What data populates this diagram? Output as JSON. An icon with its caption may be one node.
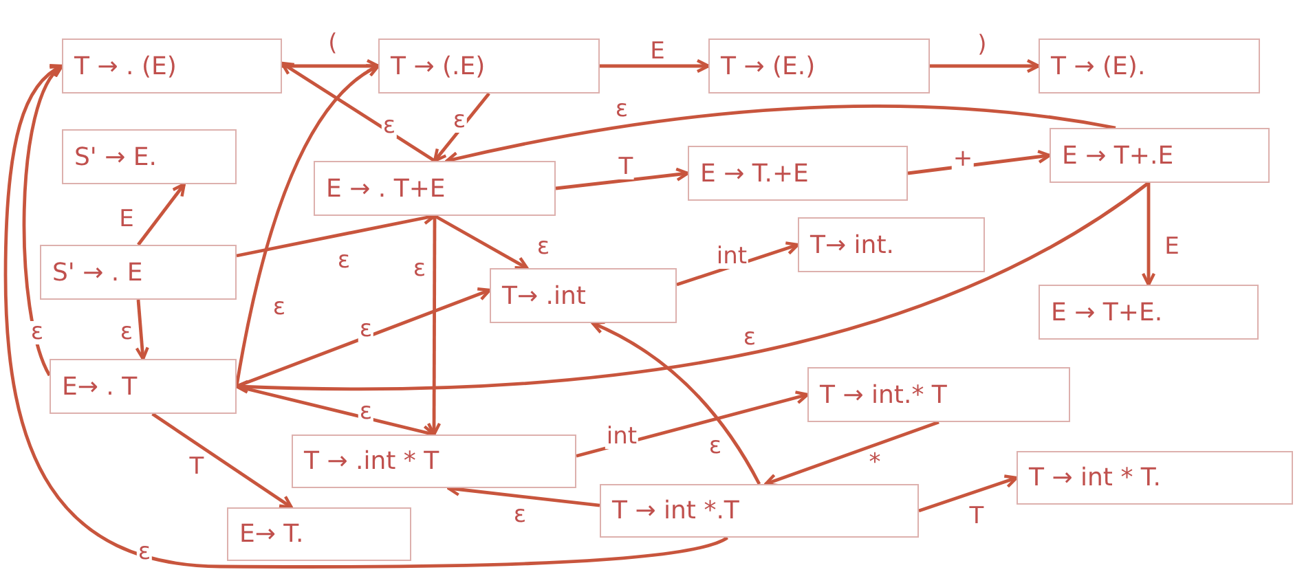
{
  "diagram": {
    "nodes": [
      {
        "text": [
          "T → . (E)"
        ]
      },
      {
        "text": [
          "T → (.E)"
        ]
      },
      {
        "text": [
          "T → (E.)"
        ]
      },
      {
        "text": [
          "T → (E)."
        ]
      },
      {
        "text": [
          "S' → E."
        ]
      },
      {
        "text": [
          "E → . T+E"
        ]
      },
      {
        "text": [
          "E → T.+E"
        ]
      },
      {
        "text": [
          "E → T+.E"
        ]
      },
      {
        "text": [
          "S' → . E"
        ]
      },
      {
        "text": [
          "T→ .int"
        ]
      },
      {
        "text": [
          "T→ int."
        ]
      },
      {
        "text": [
          "E → T+E."
        ]
      },
      {
        "text": [
          "E→ . T"
        ]
      },
      {
        "text": [
          "T → .int * T"
        ]
      },
      {
        "text": [
          "T → int.* T"
        ]
      },
      {
        "text": [
          "E→ T."
        ]
      },
      {
        "text": [
          "T → int *.T"
        ]
      },
      {
        "text": [
          "T → int * T."
        ]
      }
    ],
    "edges": [
      {
        "from": 0,
        "to": 1,
        "arrow": "to",
        "label": "("
      },
      {
        "from": 1,
        "to": 2,
        "arrow": "to",
        "label": "E"
      },
      {
        "from": 2,
        "to": 3,
        "arrow": "to",
        "label": ")"
      },
      {
        "from": 1,
        "to": 5,
        "arrow": "to",
        "label": "ε"
      },
      {
        "from": 5,
        "to": 0,
        "arrow": "to",
        "label": "ε"
      },
      {
        "from": 7,
        "to": 5,
        "arrow": "to",
        "label": "ε"
      },
      {
        "from": 5,
        "to": 6,
        "arrow": "to",
        "label": "T"
      },
      {
        "from": 6,
        "to": 7,
        "arrow": "to",
        "label": "+"
      },
      {
        "from": 7,
        "to": 11,
        "arrow": "to",
        "label": "E"
      },
      {
        "from": 8,
        "to": 4,
        "arrow": "to",
        "label": "E"
      },
      {
        "from": 8,
        "to": 5,
        "arrow": "to",
        "label": "ε"
      },
      {
        "from": 8,
        "to": 12,
        "arrow": "to",
        "label": "ε"
      },
      {
        "from": 5,
        "to": 9,
        "arrow": "to",
        "label": "ε"
      },
      {
        "from": 5,
        "to": 13,
        "arrow": "to",
        "label": "ε"
      },
      {
        "from": 9,
        "to": 10,
        "arrow": "to",
        "label": "int"
      },
      {
        "from": 12,
        "to": 1,
        "arrow": "to",
        "label": "ε"
      },
      {
        "from": 12,
        "to": 9,
        "arrow": "to",
        "label": "ε"
      },
      {
        "from": 7,
        "to": 12,
        "arrow": "to",
        "label": "ε"
      },
      {
        "from": 12,
        "to": 13,
        "arrow": "to",
        "label": "ε"
      },
      {
        "from": 12,
        "to": 15,
        "arrow": "to",
        "label": "T"
      },
      {
        "from": 13,
        "to": 14,
        "arrow": "to",
        "label": "int"
      },
      {
        "from": 14,
        "to": 16,
        "arrow": "to",
        "label": "*"
      },
      {
        "from": 16,
        "to": 13,
        "arrow": "to",
        "label": "ε"
      },
      {
        "from": 16,
        "to": 17,
        "arrow": "to",
        "label": "T"
      },
      {
        "from": 16,
        "to": 9,
        "arrow": "to",
        "label": "ε"
      },
      {
        "from": 16,
        "to": 0,
        "arrow": "to",
        "label": "ε"
      },
      {
        "from": 12,
        "to": 0,
        "arrow": "to",
        "label": "ε"
      }
    ]
  }
}
